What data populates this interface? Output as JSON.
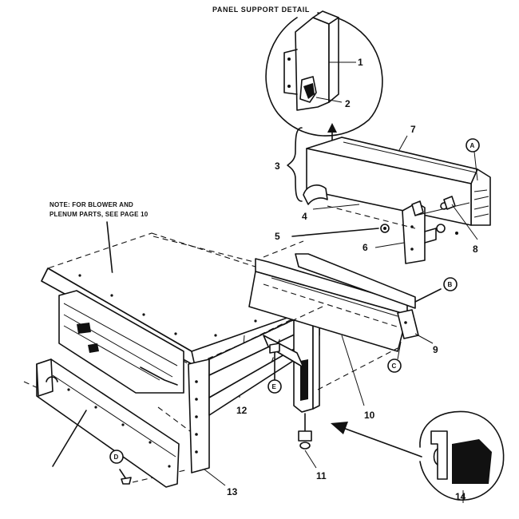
{
  "detail_title": "PANEL SUPPORT DETAIL",
  "note_line1": "NOTE: FOR BLOWER AND",
  "note_line2": "PLENUM PARTS, SEE PAGE 10",
  "part_labels": {
    "p1": "1",
    "p2": "2",
    "p3": "3",
    "p4": "4",
    "p5": "5",
    "p6": "6",
    "p7": "7",
    "p8": "8",
    "p9": "9",
    "p10": "10",
    "p11": "11",
    "p12": "12",
    "p13": "13",
    "p14": "14"
  },
  "callouts": {
    "a": "A",
    "b": "B",
    "c": "C",
    "d": "D",
    "e": "E"
  },
  "colors": {
    "ink": "#111111",
    "paper": "#ffffff"
  }
}
